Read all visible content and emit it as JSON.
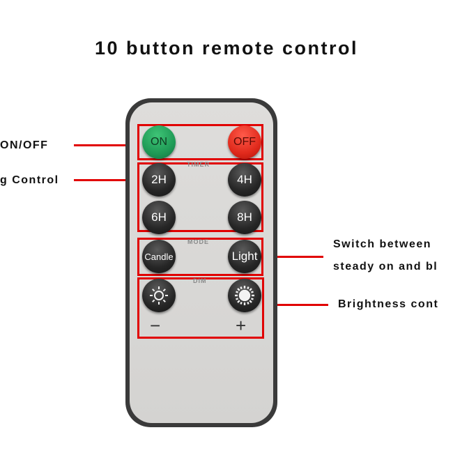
{
  "title": "10 button remote control",
  "labels": {
    "on_off": "ON/OFF",
    "timing": "g Control",
    "switch_line1": "Switch between",
    "switch_line2": "steady on and bl",
    "brightness": "Brightness cont"
  },
  "remote": {
    "on": "ON",
    "off": "OFF",
    "timer_label": "TIMER",
    "t2": "2H",
    "t4": "4H",
    "t6": "6H",
    "t8": "8H",
    "mode_label": "MODE",
    "candle": "Candle",
    "light": "Light",
    "dim_label": "DIM",
    "minus": "−",
    "plus": "+"
  },
  "colors": {
    "highlight": "#e10000",
    "on_button": "#1f9a56",
    "off_button": "#e02a1c"
  }
}
